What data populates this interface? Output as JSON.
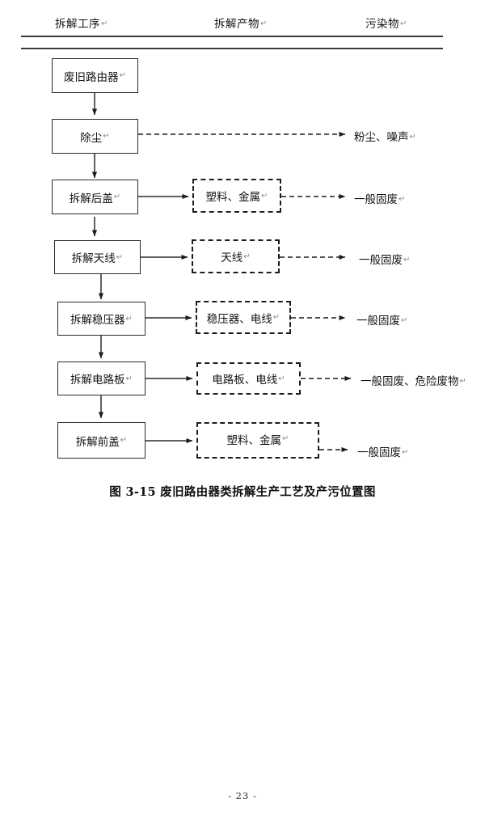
{
  "document": {
    "caption": "图 3-15  废旧路由器类拆解生产工艺及产污位置图",
    "page_footer": "- 23 -",
    "pilcrow_mark": "↵"
  },
  "columns": [
    {
      "label": "拆解工序"
    },
    {
      "label": "拆解产物"
    },
    {
      "label": "污染物"
    }
  ],
  "flow": {
    "processes": [
      {
        "label": "废旧路由器"
      },
      {
        "label": "除尘"
      },
      {
        "label": "拆解后盖"
      },
      {
        "label": "拆解天线"
      },
      {
        "label": "拆解稳压器"
      },
      {
        "label": "拆解电路板"
      },
      {
        "label": "拆解前盖"
      }
    ],
    "products": [
      {
        "label": "塑料、金属"
      },
      {
        "label": "天线"
      },
      {
        "label": "稳压器、电线"
      },
      {
        "label": "电路板、电线"
      },
      {
        "label": "塑料、金属"
      }
    ],
    "pollutants": [
      {
        "label": "粉尘、噪声"
      },
      {
        "label": "一般固废"
      },
      {
        "label": "一般固废"
      },
      {
        "label": "一般固废"
      },
      {
        "label": "一般固废、危险废物"
      },
      {
        "label": "一般固废"
      }
    ]
  },
  "colors": {
    "ink": "#141414",
    "line": "#2b2b2b",
    "rule": "#3a3a3a",
    "paper": "#ffffff",
    "pilcrow": "#8a8a8a"
  }
}
